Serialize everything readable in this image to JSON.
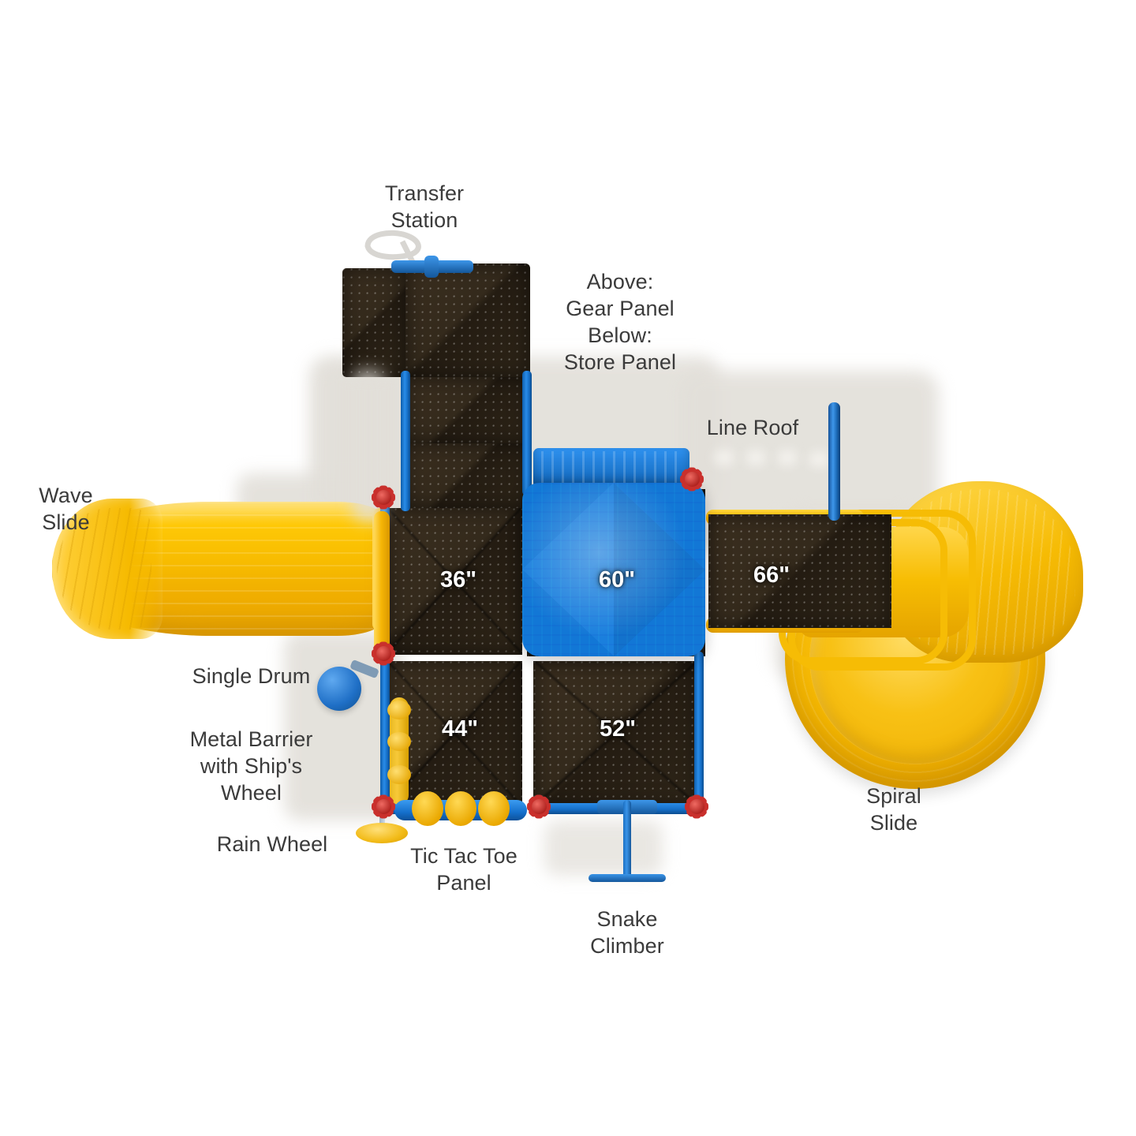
{
  "diagram": {
    "title": "Playground Structure Top View",
    "colors": {
      "deck_dark": "#2e2518",
      "blue": "#1277d6",
      "yellow": "#f5b800",
      "red_cap": "#c9302c",
      "label_text": "#3b3b3b",
      "background": "#ffffff"
    },
    "deck_heights": [
      {
        "id": "deck-36",
        "label": "36\""
      },
      {
        "id": "deck-60",
        "label": "60\""
      },
      {
        "id": "deck-66",
        "label": "66\""
      },
      {
        "id": "deck-44",
        "label": "44\""
      },
      {
        "id": "deck-52",
        "label": "52\""
      }
    ],
    "callouts": [
      {
        "id": "transfer-station",
        "label": "Transfer\nStation"
      },
      {
        "id": "gear-store-panel",
        "label": "Above:\nGear Panel\nBelow:\nStore Panel"
      },
      {
        "id": "line-roof",
        "label": "Line Roof"
      },
      {
        "id": "wave-slide",
        "label": "Wave\nSlide"
      },
      {
        "id": "single-drum",
        "label": "Single Drum"
      },
      {
        "id": "metal-barrier",
        "label": "Metal Barrier\nwith Ship's\nWheel"
      },
      {
        "id": "rain-wheel",
        "label": "Rain Wheel"
      },
      {
        "id": "tic-tac-toe",
        "label": "Tic Tac Toe\nPanel"
      },
      {
        "id": "snake-climber",
        "label": "Snake\nClimber"
      },
      {
        "id": "spiral-slide",
        "label": "Spiral\nSlide"
      }
    ]
  }
}
